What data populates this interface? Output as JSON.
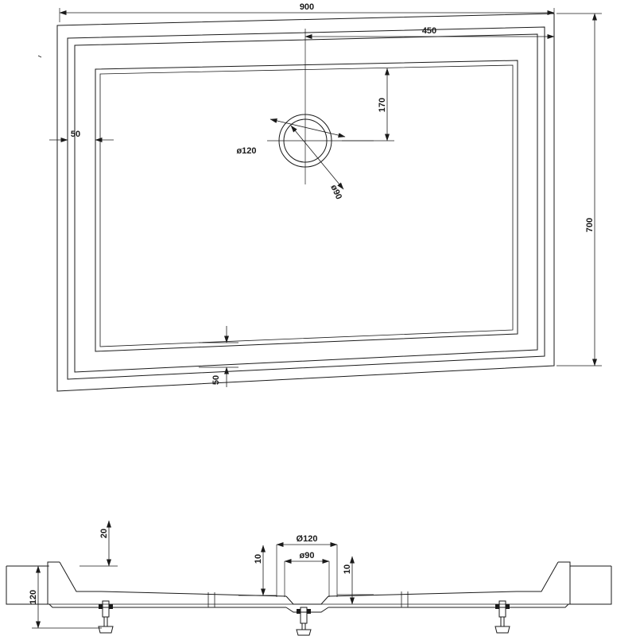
{
  "drawing": {
    "title": "shower-tray-technical-drawing",
    "line_color": "#1a1a1a",
    "background_color": "#ffffff",
    "views": [
      {
        "name": "top-view",
        "label": ""
      },
      {
        "name": "section-view",
        "label": ""
      }
    ]
  },
  "top_view": {
    "dimensions": {
      "overall_width": "900",
      "drain_offset_x": "450",
      "drain_offset_y": "170",
      "overall_height": "700",
      "rim_left": "50",
      "rim_bottom": "50",
      "drain_outer_diameter": "ø120",
      "drain_inner_diameter": "ø90"
    }
  },
  "section_view": {
    "dimensions": {
      "rim_height": "20",
      "overall_height": "120",
      "drain_outer_diameter": "Ø120",
      "drain_inner_diameter": "ø90",
      "depth_left": "10",
      "depth_right": "10"
    }
  }
}
